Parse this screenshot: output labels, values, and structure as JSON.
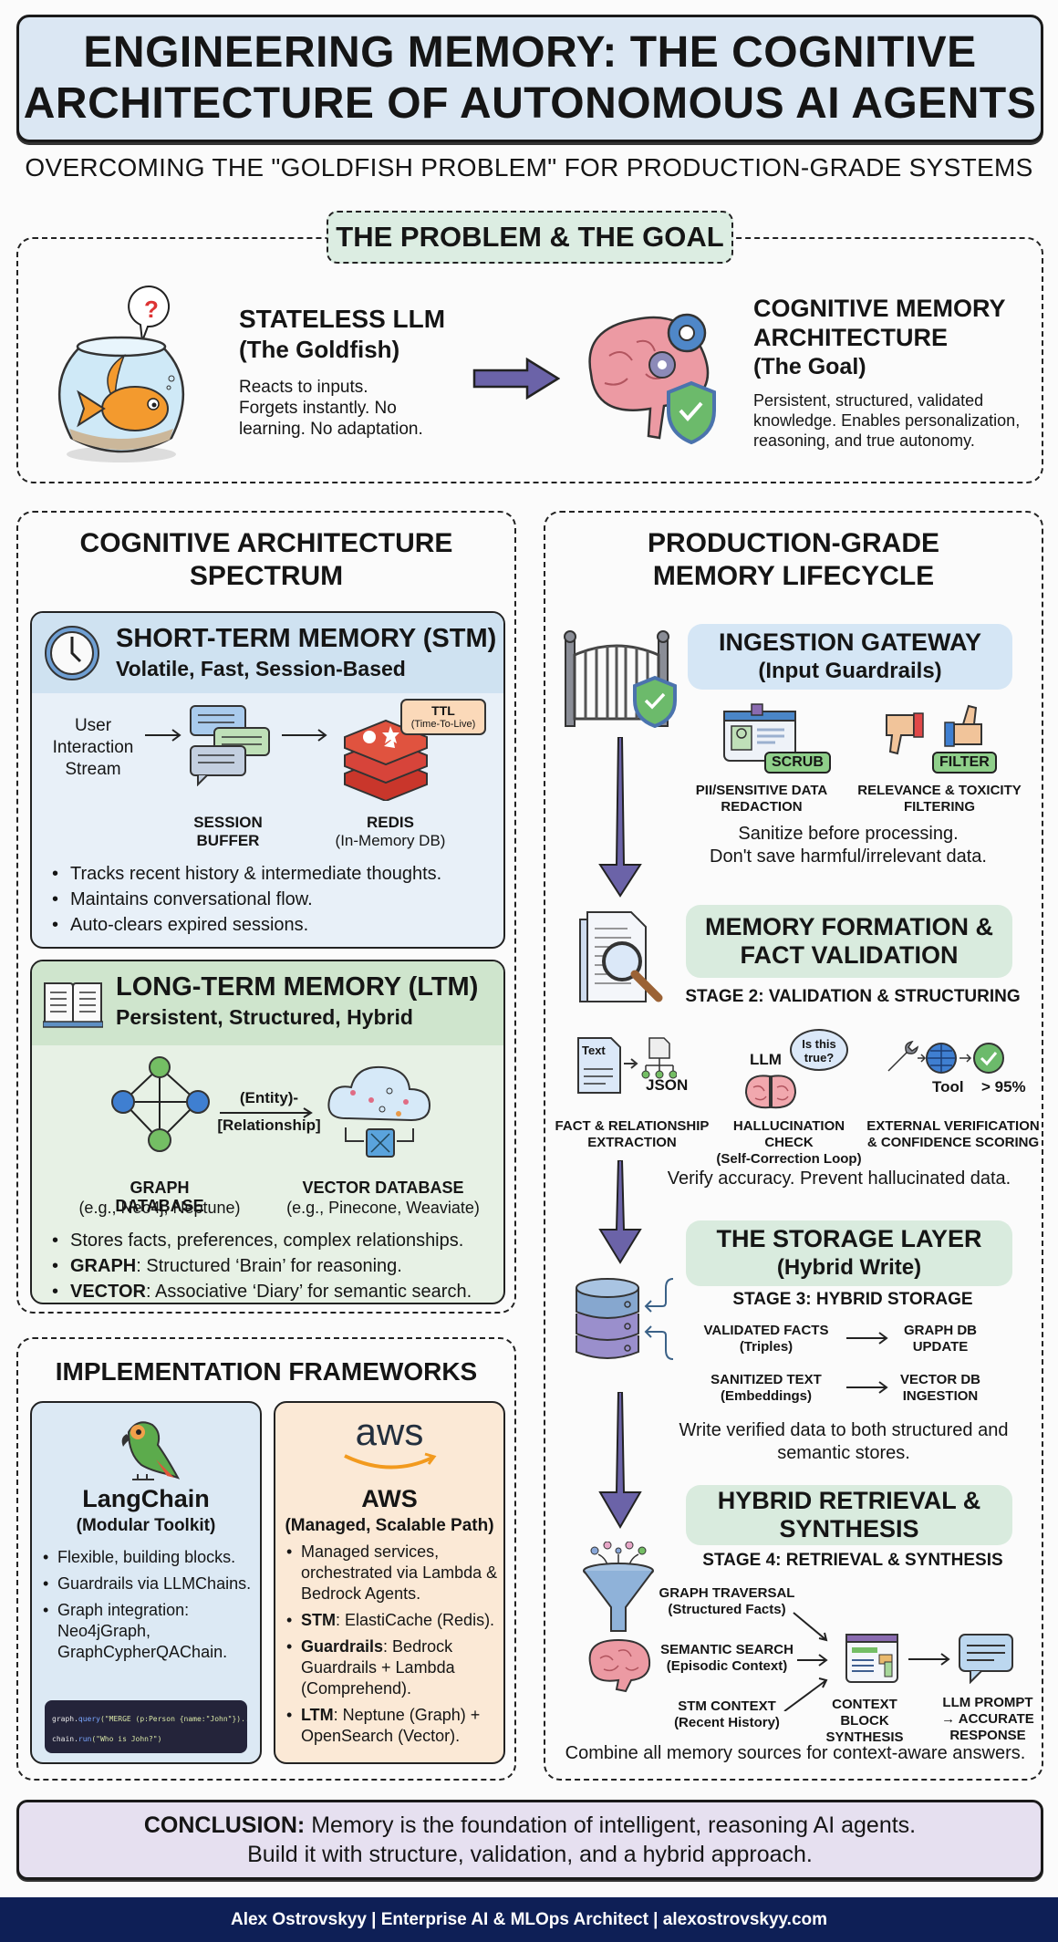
{
  "header": {
    "title_line1": "ENGINEERING MEMORY:  THE COGNITIVE",
    "title_line2": "ARCHITECTURE OF AUTONOMOUS AI AGENTS",
    "subtitle": "OVERCOMING THE \"GOLDFISH PROBLEM\" FOR PRODUCTION-GRADE SYSTEMS"
  },
  "problem_goal": {
    "label": "THE PROBLEM & THE GOAL",
    "problem": {
      "title": "STATELESS LLM",
      "subtitle": "(The Goldfish)",
      "description_lines": [
        "Reacts to inputs.",
        "Forgets instantly. No",
        "learning. No adaptation."
      ],
      "icon": "goldfish-bowl-icon",
      "bubble": "?"
    },
    "goal": {
      "title_line1": "COGNITIVE MEMORY",
      "title_line2": "ARCHITECTURE",
      "subtitle": "(The Goal)",
      "description_lines": [
        "Persistent, structured, validated",
        "knowledge. Enables personalization,",
        "reasoning, and true autonomy."
      ],
      "icon": "brain-gear-shield-icon"
    }
  },
  "spectrum": {
    "title_line1": "COGNITIVE ARCHITECTURE",
    "title_line2": "SPECTRUM",
    "stm": {
      "title": "SHORT-TERM MEMORY (STM)",
      "subtitle": "Volatile, Fast, Session-Based",
      "input_label_lines": [
        "User",
        "Interaction",
        "Stream"
      ],
      "buffer_label_lines": [
        "SESSION",
        "BUFFER"
      ],
      "redis_label": "REDIS",
      "redis_sub": "(In-Memory DB)",
      "ttl_label": "TTL",
      "ttl_sub": "(Time-To-Live)",
      "bullets": [
        "Tracks recent history & intermediate thoughts.",
        "Maintains conversational flow.",
        "Auto-clears expired sessions."
      ]
    },
    "ltm": {
      "title": "LONG-TERM MEMORY (LTM)",
      "subtitle": "Persistent, Structured, Hybrid",
      "edge_label_line1": "(Entity)-",
      "edge_label_line2": "[Relationship]",
      "graph_label": "GRAPH DATABASE",
      "graph_sub": "(e.g., Neo4j, Neptune)",
      "vector_label": "VECTOR DATABASE",
      "vector_sub": "(e.g., Pinecone, Weaviate)",
      "bullets": [
        {
          "bold": "",
          "text": "Stores facts, preferences, complex relationships."
        },
        {
          "bold": "GRAPH",
          "text": ": Structured ‘Brain’ for reasoning."
        },
        {
          "bold": "VECTOR",
          "text": ": Associative ‘Diary’ for semantic search."
        }
      ]
    }
  },
  "frameworks": {
    "title": "IMPLEMENTATION FRAMEWORKS",
    "langchain": {
      "name": "LangChain",
      "sub": "(Modular Toolkit)",
      "bullets": [
        "Flexible, building blocks.",
        "Guardrails via LLMChains.",
        "Graph integration: Neo4jGraph, GraphCypherQAChain."
      ],
      "code_line1_obj": "graph.",
      "code_line1_fn": "query",
      "code_line1_arg": "(\"MERGE (p:Person {name:\"John\"})..\")",
      "code_line2_obj": "chain.",
      "code_line2_fn": "run",
      "code_line2_arg": "(\"Who is John?\")"
    },
    "aws": {
      "logo": "aws",
      "name": "AWS",
      "sub": "(Managed, Scalable Path)",
      "bullets": [
        {
          "bold": "",
          "text": "Managed services, orchestrated via Lambda & Bedrock Agents."
        },
        {
          "bold": "STM",
          "text": ": ElastiCache (Redis)."
        },
        {
          "bold": "Guardrails",
          "text": ": Bedrock Guardrails + Lambda (Comprehend)."
        },
        {
          "bold": "LTM",
          "text": ": Neptune (Graph) + OpenSearch (Vector)."
        }
      ]
    }
  },
  "lifecycle": {
    "title_line1": "PRODUCTION-GRADE",
    "title_line2": "MEMORY LIFECYCLE",
    "stage1": {
      "title": "INGESTION GATEWAY",
      "sub": "(Input Guardrails)",
      "items": [
        {
          "tag": "SCRUB",
          "label_lines": [
            "PII/SENSITIVE DATA",
            "REDACTION"
          ]
        },
        {
          "tag": "FILTER",
          "label_lines": [
            "RELEVANCE & TOXICITY",
            "FILTERING"
          ]
        }
      ],
      "note_lines": [
        "Sanitize before processing.",
        "Don't save harmful/irrelevant data."
      ]
    },
    "stage2": {
      "title_line1": "MEMORY FORMATION &",
      "title_line2": "FACT VALIDATION",
      "stage_label": "STAGE 2: VALIDATION & STRUCTURING",
      "text_doc": "Text",
      "json_label": "JSON",
      "llm_label": "LLM",
      "bubble": "Is this true?",
      "tool_label": "Tool",
      "confidence": "> 95%",
      "items": [
        {
          "label_lines": [
            "FACT & RELATIONSHIP",
            "EXTRACTION"
          ]
        },
        {
          "label_lines": [
            "HALLUCINATION CHECK",
            "(Self-Correction Loop)"
          ]
        },
        {
          "label_lines": [
            "EXTERNAL VERIFICATION",
            "& CONFIDENCE SCORING"
          ]
        }
      ],
      "note": "Verify accuracy. Prevent hallucinated data."
    },
    "stage3": {
      "title": "THE STORAGE LAYER",
      "sub": "(Hybrid Write)",
      "stage_label": "STAGE 3: HYBRID STORAGE",
      "rows": [
        {
          "src": "VALIDATED FACTS",
          "src_sub": "(Triples)",
          "dst_line1": "GRAPH DB",
          "dst_line2": "UPDATE"
        },
        {
          "src": "SANITIZED TEXT",
          "src_sub": "(Embeddings)",
          "dst_line1": "VECTOR DB",
          "dst_line2": "INGESTION"
        }
      ],
      "note_lines": [
        "Write verified data to both structured and",
        "semantic stores."
      ]
    },
    "stage4": {
      "title_line1": "HYBRID RETRIEVAL &",
      "title_line2": "SYNTHESIS",
      "stage_label": "STAGE 4: RETRIEVAL & SYNTHESIS",
      "sources": [
        {
          "label": "GRAPH TRAVERSAL",
          "sub": "(Structured Facts)"
        },
        {
          "label": "SEMANTIC SEARCH",
          "sub": "(Episodic Context)"
        },
        {
          "label": "STM CONTEXT",
          "sub": "(Recent History)"
        }
      ],
      "context_lines": [
        "CONTEXT BLOCK",
        "SYNTHESIS"
      ],
      "prompt_lines": [
        "LLM PROMPT",
        "→ ACCURATE",
        "RESPONSE"
      ],
      "note": "Combine all memory sources for context-aware answers."
    }
  },
  "conclusion": {
    "bold": "CONCLUSION:",
    "line1_rest": " Memory is the foundation of intelligent, reasoning AI agents.",
    "line2": "Build it with structure, validation, and a hybrid approach."
  },
  "footer": {
    "text": "Alex Ostrovskyy | Enterprise AI & MLOps Architect | alexostrovskyy.com"
  },
  "colors": {
    "title_bg": "#dbe7f3",
    "stm_bg": "#cfe2f1",
    "ltm_bg": "#cfe5cd",
    "arrow": "#6b63a8",
    "conclusion_bg": "#e6e0f0",
    "footer_bg": "#0e1f56"
  }
}
